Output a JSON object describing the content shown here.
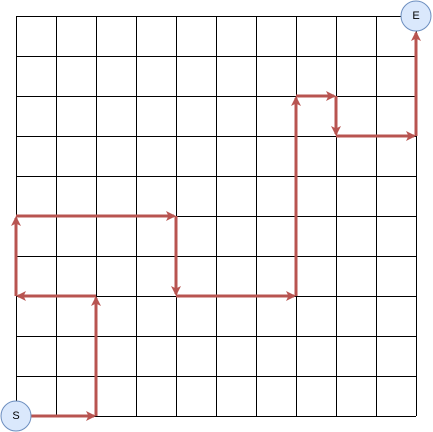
{
  "colors": {
    "grid": "#000000",
    "path": "#b85450",
    "node_fill": "#dae8fc",
    "node_stroke": "#6c8ebf"
  },
  "grid": {
    "rows": 10,
    "cols": 10
  },
  "start": {
    "label": "S",
    "col": 0,
    "row": 10
  },
  "end": {
    "label": "E",
    "col": 10,
    "row": 0
  },
  "path": [
    {
      "from": [
        0,
        10
      ],
      "to": [
        2,
        10
      ]
    },
    {
      "from": [
        2,
        10
      ],
      "to": [
        2,
        7
      ]
    },
    {
      "from": [
        2,
        7
      ],
      "to": [
        0,
        7
      ]
    },
    {
      "from": [
        0,
        7
      ],
      "to": [
        0,
        5
      ]
    },
    {
      "from": [
        0,
        5
      ],
      "to": [
        4,
        5
      ]
    },
    {
      "from": [
        4,
        5
      ],
      "to": [
        4,
        7
      ]
    },
    {
      "from": [
        4,
        7
      ],
      "to": [
        7,
        7
      ]
    },
    {
      "from": [
        7,
        7
      ],
      "to": [
        7,
        2
      ]
    },
    {
      "from": [
        7,
        2
      ],
      "to": [
        8,
        2
      ]
    },
    {
      "from": [
        8,
        2
      ],
      "to": [
        8,
        3
      ]
    },
    {
      "from": [
        8,
        3
      ],
      "to": [
        10,
        3
      ]
    },
    {
      "from": [
        10,
        3
      ],
      "to": [
        10,
        0
      ]
    }
  ]
}
